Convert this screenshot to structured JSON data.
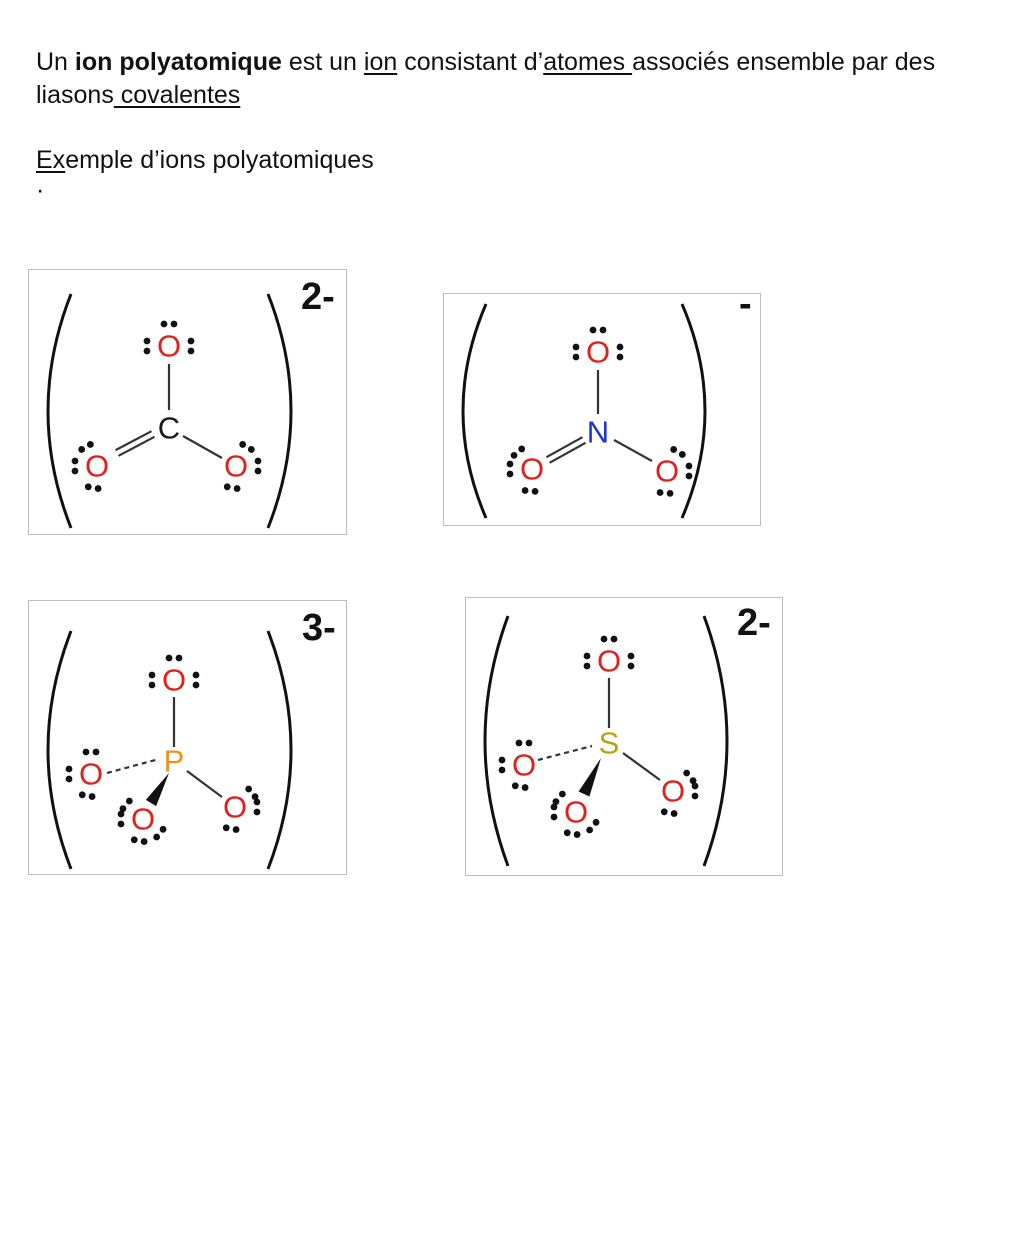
{
  "intro": {
    "part1": "Un",
    "part2": "ion polyatomique",
    "part3": "est un",
    "part4": "ion",
    "part5": "consistant d’",
    "part6": "atomes ",
    "part7": "associés ensemble par des liasons",
    "part8": " covalentes"
  },
  "example_heading": {
    "part1": "Ex",
    "part2": "emple d’ions polyatomiques"
  },
  "bullet": "·",
  "structures": [
    {
      "charge": "2-",
      "central": "C",
      "central_color": "#1a1a1a",
      "oxygen": "O",
      "oxygen_color": "#e0201b"
    },
    {
      "charge": "-",
      "central": "N",
      "central_color": "#1a34d6",
      "oxygen": "O",
      "oxygen_color": "#e0201b"
    },
    {
      "charge": "3-",
      "central": "P",
      "central_color": "#f0911e",
      "oxygen": "O",
      "oxygen_color": "#e0201b"
    },
    {
      "charge": "2-",
      "central": "S",
      "central_color": "#b9a214",
      "oxygen": "O",
      "oxygen_color": "#e0201b"
    }
  ]
}
